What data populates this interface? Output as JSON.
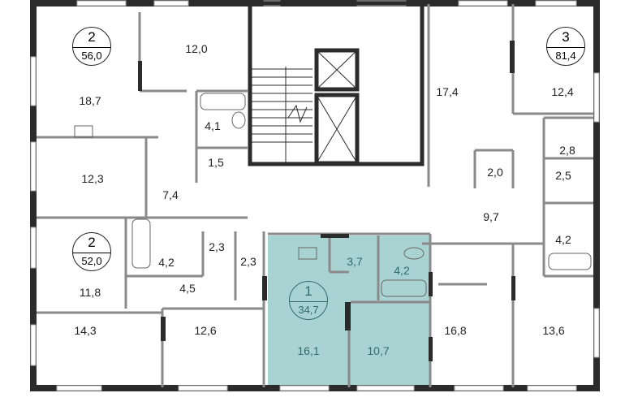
{
  "colors": {
    "highlight_fill": "#a9d3d2",
    "highlight_text": "#2f6b6b",
    "wall": "#2b2b2b",
    "partition": "#8a8a8a"
  },
  "apartments": [
    {
      "rooms_count": "2",
      "total_area": "56,0",
      "rooms": [
        "18,7",
        "12,0",
        "4,1",
        "1,5",
        "12,3",
        "7,4"
      ]
    },
    {
      "rooms_count": "3",
      "total_area": "81,4",
      "rooms": [
        "17,4",
        "12,4",
        "2,8",
        "2,0",
        "2,5",
        "9,7",
        "4,2",
        "16,8",
        "13,6"
      ]
    },
    {
      "rooms_count": "2",
      "total_area": "52,0",
      "rooms": [
        "11,8",
        "4,2",
        "2,3",
        "2,3",
        "4,5",
        "14,3",
        "12,6"
      ]
    },
    {
      "rooms_count": "1",
      "total_area": "34,7",
      "rooms": [
        "16,1",
        "10,7",
        "3,7",
        "4,2"
      ],
      "highlighted": true
    }
  ]
}
